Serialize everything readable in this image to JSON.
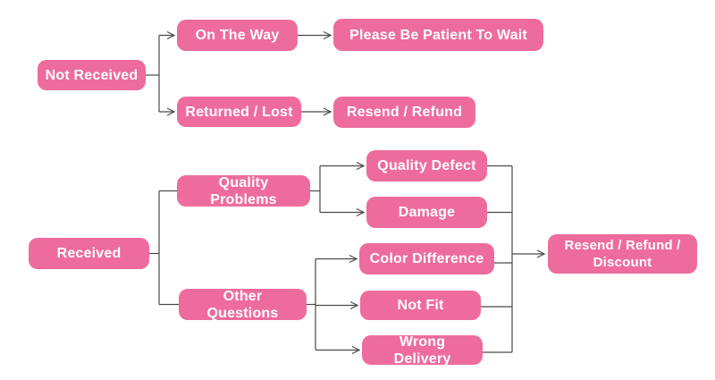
{
  "diagram_type": "flowchart",
  "colors": {
    "node_fill": "#ee6c9d",
    "node_text": "#ffffff",
    "connector": "#4a4a4a",
    "background": "#ffffff"
  },
  "nodes": {
    "not_received": {
      "label": "Not Received"
    },
    "on_the_way": {
      "label": "On The Way"
    },
    "please_wait": {
      "label": "Please Be Patient To Wait"
    },
    "returned_lost": {
      "label": "Returned / Lost"
    },
    "resend_refund": {
      "label": "Resend / Refund"
    },
    "received": {
      "label": "Received"
    },
    "quality_problems": {
      "label": "Quality Problems"
    },
    "other_questions": {
      "label": "Other Questions"
    },
    "quality_defect": {
      "label": "Quality Defect"
    },
    "damage": {
      "label": "Damage"
    },
    "color_difference": {
      "label": "Color Difference"
    },
    "not_fit": {
      "label": "Not Fit"
    },
    "wrong_delivery": {
      "label": "Wrong Delivery"
    },
    "resend_refund_discount": {
      "label": "Resend / Refund / Discount"
    }
  },
  "edges": [
    {
      "from": "Not Received",
      "to": "On The Way"
    },
    {
      "from": "Not Received",
      "to": "Returned / Lost"
    },
    {
      "from": "On The Way",
      "to": "Please Be Patient To Wait"
    },
    {
      "from": "Returned / Lost",
      "to": "Resend / Refund"
    },
    {
      "from": "Received",
      "to": "Quality Problems"
    },
    {
      "from": "Received",
      "to": "Other Questions"
    },
    {
      "from": "Quality Problems",
      "to": "Quality Defect"
    },
    {
      "from": "Quality Problems",
      "to": "Damage"
    },
    {
      "from": "Other Questions",
      "to": "Color Difference"
    },
    {
      "from": "Other Questions",
      "to": "Not Fit"
    },
    {
      "from": "Other Questions",
      "to": "Wrong Delivery"
    },
    {
      "from": "Quality Defect",
      "to": "Resend / Refund / Discount"
    },
    {
      "from": "Damage",
      "to": "Resend / Refund / Discount"
    },
    {
      "from": "Color Difference",
      "to": "Resend / Refund / Discount"
    },
    {
      "from": "Not Fit",
      "to": "Resend / Refund / Discount"
    },
    {
      "from": "Wrong Delivery",
      "to": "Resend / Refund / Discount"
    }
  ]
}
